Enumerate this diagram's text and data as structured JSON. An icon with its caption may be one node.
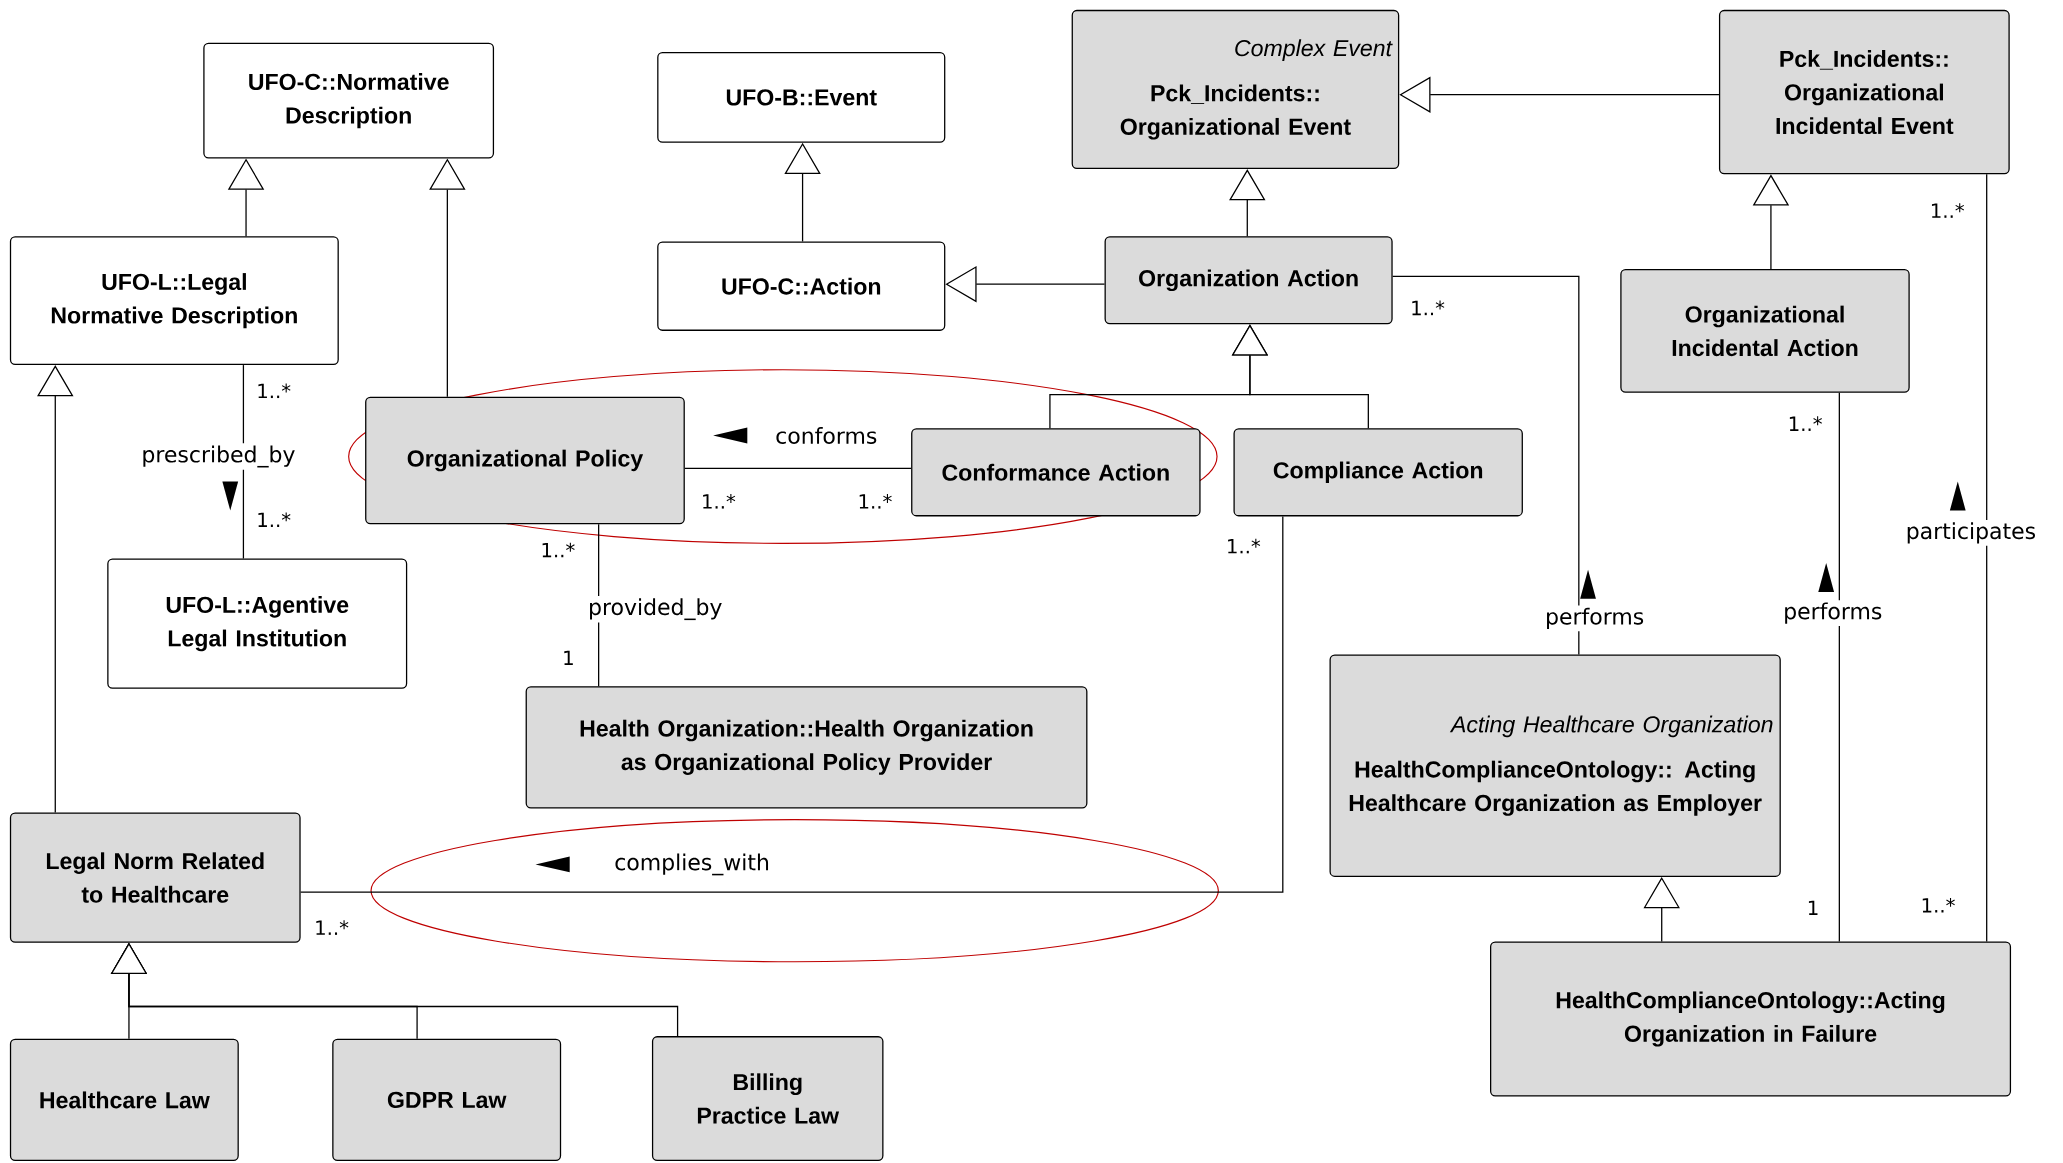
{
  "diagram": {
    "nodes": [
      {
        "text": [
          "UFO-C::Normative Description"
        ]
      },
      {
        "text": [
          "UFO-B::Event"
        ]
      },
      {
        "text": [
          "Complex Event",
          "Pck_Incidents:: Organizational Event"
        ]
      },
      {
        "text": [
          "Pck_Incidents:: Organizational Incidental Event"
        ]
      },
      {
        "text": [
          "UFO-L::Legal Normative Description"
        ]
      },
      {
        "text": [
          "UFO-C::Action"
        ]
      },
      {
        "text": [
          "Organization Action"
        ]
      },
      {
        "text": [
          "Organizational Incidental Action"
        ]
      },
      {
        "text": [
          "Organizational Policy"
        ]
      },
      {
        "text": [
          "Conformance Action"
        ]
      },
      {
        "text": [
          "Compliance Action"
        ]
      },
      {
        "text": [
          "UFO-L::Agentive Legal Institution"
        ]
      },
      {
        "text": [
          "Health Organization::Health Organization as Organizational Policy Provider"
        ]
      },
      {
        "text": [
          "Acting Healthcare Organization",
          "HealthComplianceOntology:: Acting Healthcare Organization as Employer"
        ]
      },
      {
        "text": [
          "Legal Norm Related to Healthcare"
        ]
      },
      {
        "text": [
          "HealthComplianceOntology::Acting Organization in Failure"
        ]
      },
      {
        "text": [
          "Healthcare Law"
        ]
      },
      {
        "text": [
          "GDPR Law"
        ]
      },
      {
        "text": [
          "Billing Practice Law"
        ]
      }
    ],
    "edges": [
      {
        "from": 4,
        "to": 0,
        "arrow": "to"
      },
      {
        "from": 8,
        "to": 0,
        "arrow": "to"
      },
      {
        "from": 5,
        "to": 1,
        "arrow": "to"
      },
      {
        "from": 6,
        "to": 5,
        "arrow": "to"
      },
      {
        "from": 6,
        "to": 2,
        "arrow": "to"
      },
      {
        "from": 9,
        "to": 6,
        "arrow": "to"
      },
      {
        "from": 10,
        "to": 6,
        "arrow": "to"
      },
      {
        "from": 3,
        "to": 2,
        "arrow": "to"
      },
      {
        "from": 7,
        "to": 3,
        "arrow": "to"
      },
      {
        "from": 14,
        "to": 4,
        "arrow": "to"
      },
      {
        "from": 16,
        "to": 14,
        "arrow": "to"
      },
      {
        "from": 17,
        "to": 14,
        "arrow": "to"
      },
      {
        "from": 18,
        "to": 14,
        "arrow": "to"
      },
      {
        "from": 15,
        "to": 13,
        "arrow": "to"
      },
      {
        "from": 4,
        "to": 11,
        "arrow": "none",
        "label": "prescribed_by"
      },
      {
        "from": 8,
        "to": 9,
        "arrow": "none",
        "label": "conforms"
      },
      {
        "from": 8,
        "to": 12,
        "arrow": "none",
        "label": "provided_by"
      },
      {
        "from": 10,
        "to": 14,
        "arrow": "none",
        "label": "complies_with"
      },
      {
        "from": 6,
        "to": 13,
        "arrow": "none",
        "label": "performs"
      },
      {
        "from": 7,
        "to": 15,
        "arrow": "none",
        "label": "performs"
      },
      {
        "from": 3,
        "to": 15,
        "arrow": "none",
        "label": "participates"
      }
    ],
    "labels": [
      "1..*",
      "1..*",
      "1..*",
      "1..*",
      "1..*",
      "1",
      "1..*",
      "1..*",
      "1..*",
      "1..*",
      "1",
      "1..*",
      "1..*"
    ]
  }
}
